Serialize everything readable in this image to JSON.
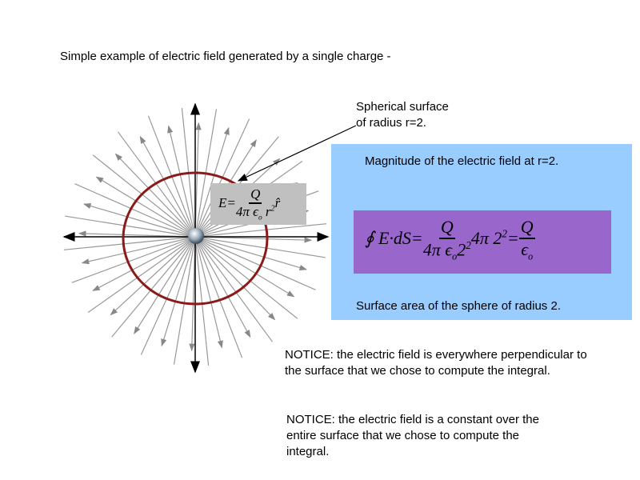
{
  "title": "Simple example of electric field generated by a single charge -",
  "callout_sphere": [
    "Spherical surface",
    "of radius r=2."
  ],
  "field_formula": {
    "lhs": "E",
    "num": "Q",
    "den_prefix": "4π ϵ",
    "den_sub": "o",
    "den_var": "r",
    "den_exp": "2",
    "unit": "r̂"
  },
  "blue_panel": {
    "magnitude_label": "Magnitude of the electric field at r=2.",
    "area_label": "Surface area of the sphere of radius 2.",
    "gauss": {
      "integral": "∮",
      "lhs": "E·dS",
      "eq": "=",
      "num": "Q",
      "den_prefix": "4π ϵ",
      "den_sub": "o",
      "den_tail": "2",
      "den_exp": "2",
      "area": "4π 2",
      "area_exp": "2",
      "eq2": "=",
      "rhs_num": "Q",
      "rhs_den": "ϵ",
      "rhs_sub": "o"
    }
  },
  "notices": [
    "NOTICE: the electric field is everywhere perpendicular to the surface that we  chose to compute the integral.",
    "NOTICE: the electric field is a constant over the entire surface that we chose to compute the integral."
  ],
  "colors": {
    "sphere": "#8b1a1a",
    "field_lines": "#999999",
    "blue": "#99ccff",
    "purple": "#9966cc",
    "gray_box": "#c0c0c0"
  }
}
